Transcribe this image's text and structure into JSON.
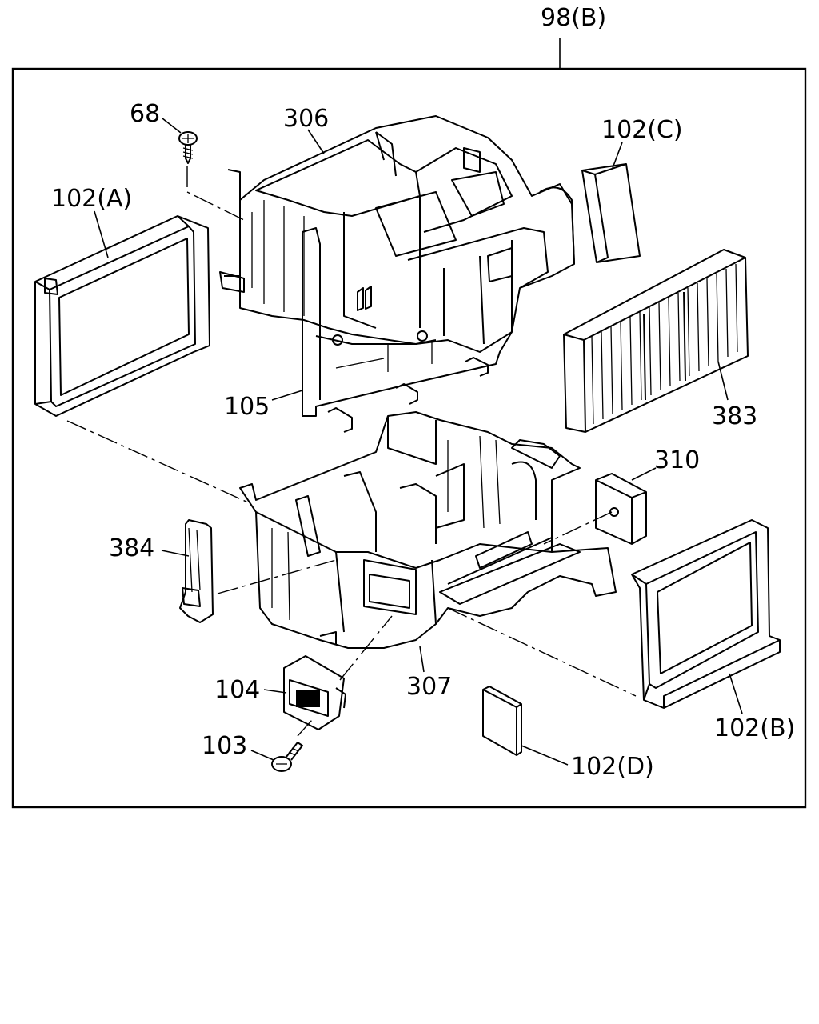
{
  "diagram": {
    "assembly_label": "98(B)",
    "callouts": {
      "screw_68": "68",
      "upper_case_306": "306",
      "filter_102c": "102(C)",
      "seal_102a": "102(A)",
      "separator_105": "105",
      "evaporator_383": "383",
      "block_310": "310",
      "clip_384": "384",
      "resistor_104": "104",
      "lower_case_307": "307",
      "screw_103": "103",
      "seal_102b": "102(B)",
      "pad_102d": "102(D)"
    }
  }
}
